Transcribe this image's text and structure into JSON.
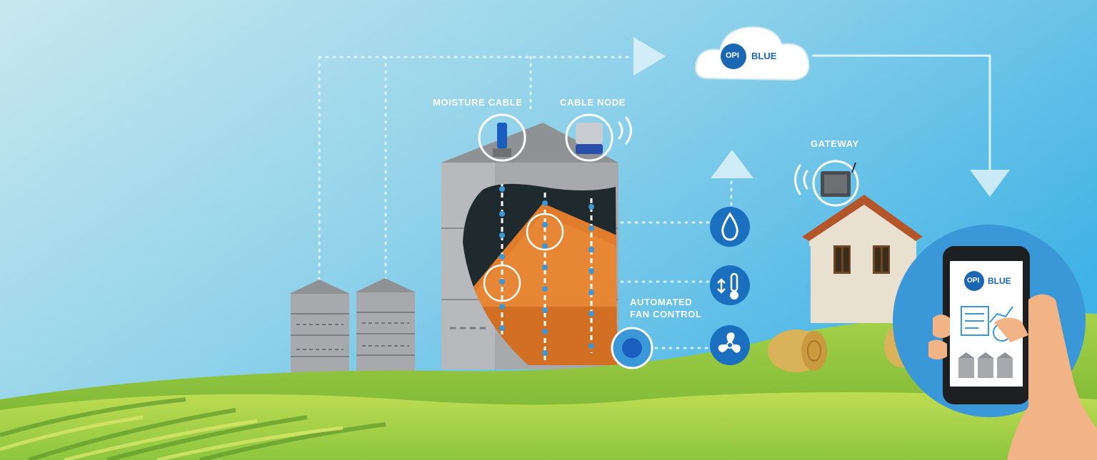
{
  "labels": {
    "moisture_cable": "MOISTURE CABLE",
    "cable_node": "CABLE NODE",
    "gateway": "GATEWAY",
    "automated_fan_control_line1": "AUTOMATED",
    "automated_fan_control_line2": "FAN CONTROL"
  },
  "brand": {
    "cloud_logo_mark": "OPI",
    "cloud_logo_word": "BLUE",
    "phone_logo_mark": "OPI",
    "phone_logo_word": "BLUE"
  },
  "icons": [
    "cloud-icon",
    "moisture-drop-icon",
    "temperature-icon",
    "fan-icon",
    "wifi-signal-icon",
    "smartphone-icon",
    "house-icon",
    "grain-bin-icon"
  ],
  "colors": {
    "sky_top": "#4fb9e6",
    "sky_bottom": "#c5e6ee",
    "grass": "#8cc63f",
    "grain": "#e07c2c",
    "badge_blue": "#1a6fbf",
    "circle_blue": "#3a97d8",
    "bin_gray": "#a7a9ac"
  }
}
